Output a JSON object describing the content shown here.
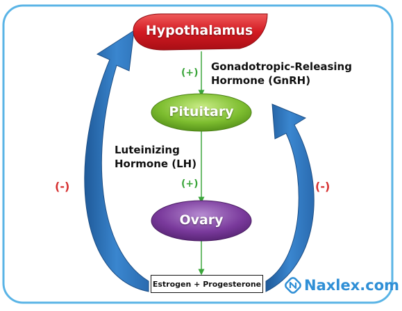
{
  "nodes": {
    "hypothalamus": "Hypothalamus",
    "pituitary": "Pituitary",
    "ovary": "Ovary",
    "output": "Estrogen + Progesterone"
  },
  "hormones": {
    "gnrh_line1": "Gonadotropic-Releasing",
    "gnrh_line2": "Hormone (GnRH)",
    "lh_line1": "Luteinizing",
    "lh_line2": "Hormone (LH)"
  },
  "signs": {
    "positive_1": "(+)",
    "positive_2": "(+)",
    "negative_left": "(-)",
    "negative_right": "(-)"
  },
  "brand": {
    "text": "Naxlex.com"
  },
  "colors": {
    "hypothalamus": "#d31a22",
    "pituitary": "#7dbd2f",
    "ovary": "#7a3a9c",
    "feedback_arrow": "#2f73b8",
    "frame": "#5ab4e6",
    "positive": "#3aa53a",
    "negative": "#d63030"
  }
}
